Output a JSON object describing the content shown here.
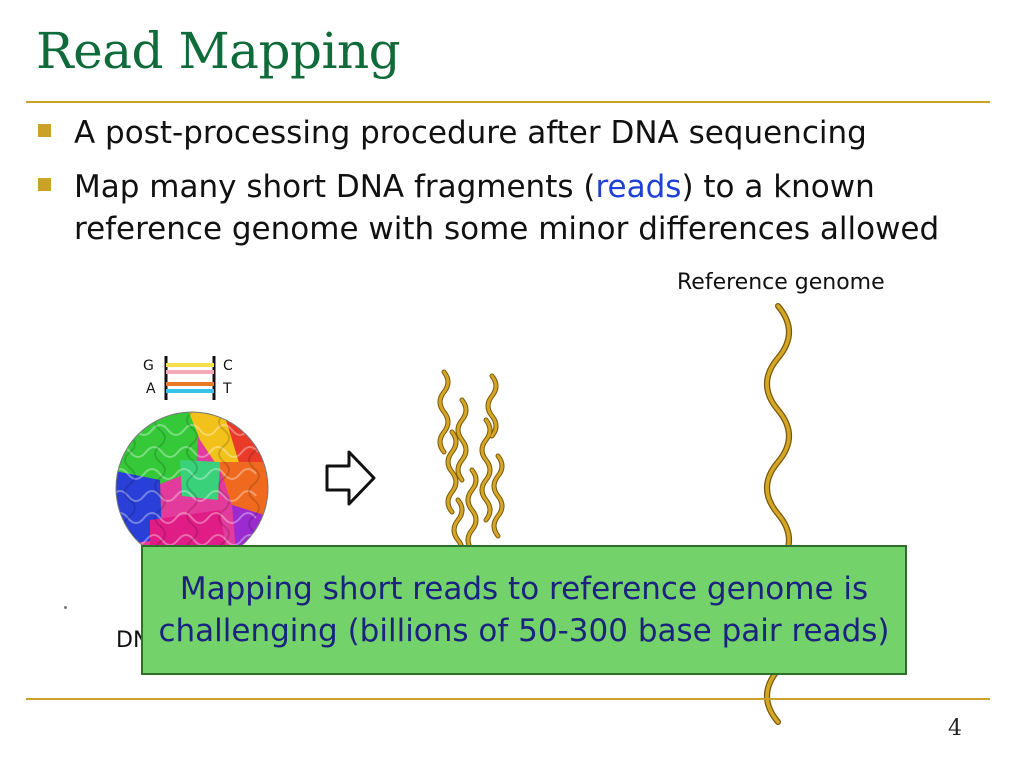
{
  "slide": {
    "title": "Read Mapping",
    "bullets": [
      {
        "pre": "A post-processing procedure after DNA sequencing",
        "highlight": "",
        "post": ""
      },
      {
        "pre": "Map many short DNA fragments (",
        "highlight": "reads",
        "post": ") to a known reference genome with some minor differences allowed"
      }
    ],
    "reference_label": "Reference genome",
    "dna_label_partial": "DN",
    "helix_letters": {
      "left_top": "G",
      "left_bottom": "A",
      "right_top": "C",
      "right_bottom": "T"
    },
    "callout_text": "Mapping short reads to reference genome is challenging (billions of 50-300 base pair reads)",
    "page_number": "4"
  },
  "colors": {
    "title": "#0f6b3a",
    "accent_rule": "#c9a227",
    "highlight": "#1f3fd6",
    "callout_bg": "#74d26b",
    "callout_text": "#1a237e",
    "strand": "#b98a14"
  }
}
